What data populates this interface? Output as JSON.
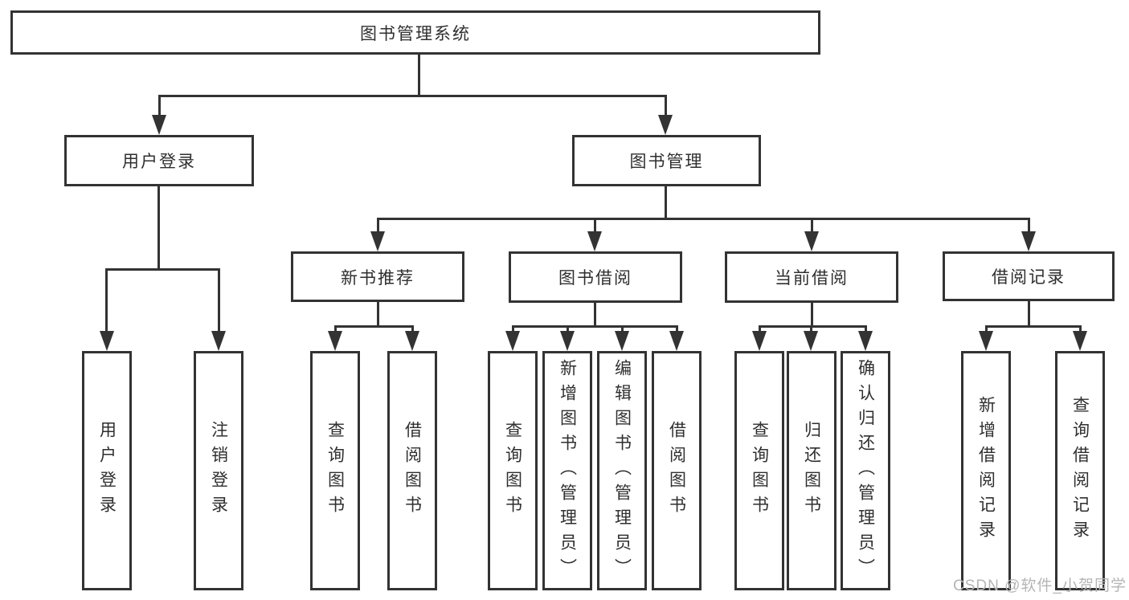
{
  "diagram": {
    "root": "图书管理系统",
    "user_login": {
      "label": "用户登录",
      "children": [
        "用户登录",
        "注销登录"
      ]
    },
    "book_mgmt": {
      "label": "图书管理",
      "new_book": {
        "label": "新书推荐",
        "children": [
          "查询图书",
          "借阅图书"
        ]
      },
      "book_borrow": {
        "label": "图书借阅",
        "children": [
          "查询图书",
          "新增图书（管理员）",
          "编辑图书（管理员）",
          "借阅图书"
        ]
      },
      "current_borrow": {
        "label": "当前借阅",
        "children": [
          "查询图书",
          "归还图书",
          "确认归还（管理员）"
        ]
      },
      "borrow_record": {
        "label": "借阅记录",
        "children": [
          "新增借阅记录",
          "查询借阅记录"
        ]
      }
    },
    "watermark": "CSDN @软件_小贺同学",
    "colors": {
      "line": "#333333",
      "text": "#2f2f2f",
      "watermark": "#b5b5b5",
      "background": "#ffffff"
    }
  }
}
